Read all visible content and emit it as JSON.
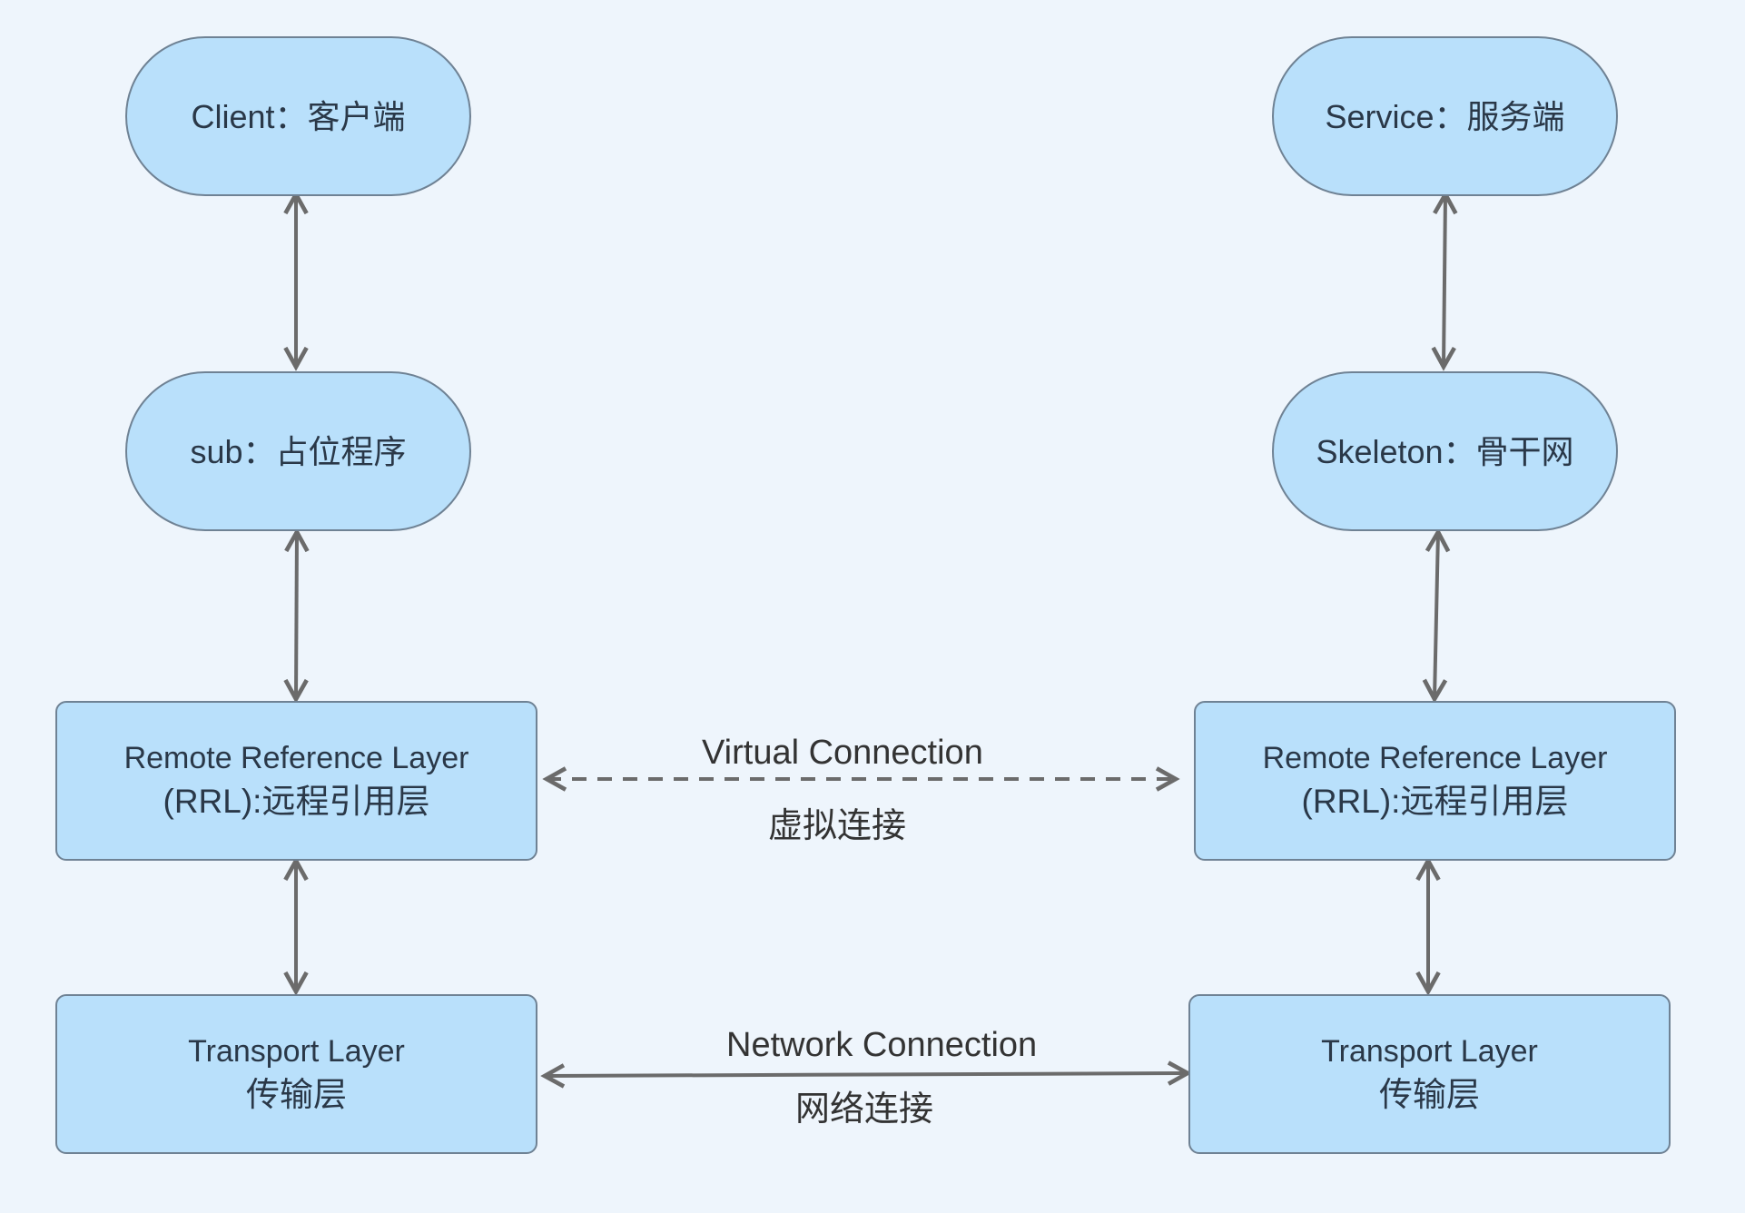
{
  "diagram": {
    "client": {
      "label": "Client：客户端"
    },
    "stub": {
      "label": "sub：占位程序"
    },
    "service": {
      "label": "Service：服务端"
    },
    "skeleton": {
      "label": "Skeleton：骨干网"
    },
    "rrl_left": {
      "line1": "Remote Reference Layer",
      "line2": "(RRL):远程引用层"
    },
    "rrl_right": {
      "line1": "Remote Reference Layer",
      "line2": "(RRL):远程引用层"
    },
    "transport_left": {
      "line1": "Transport  Layer",
      "line2": "传输层"
    },
    "transport_right": {
      "line1": "Transport  Layer",
      "line2": "传输层"
    },
    "virtual_connection": {
      "label_en": "Virtual Connection",
      "label_zh": "虚拟连接",
      "style": "dashed"
    },
    "network_connection": {
      "label_en": "Network Connection",
      "label_zh": "网络连接",
      "style": "solid"
    }
  },
  "colors": {
    "background": "#eef5fc",
    "node_fill": "#b9e0fb",
    "node_border": "#6f8294",
    "arrow": "#6b6b6b"
  }
}
